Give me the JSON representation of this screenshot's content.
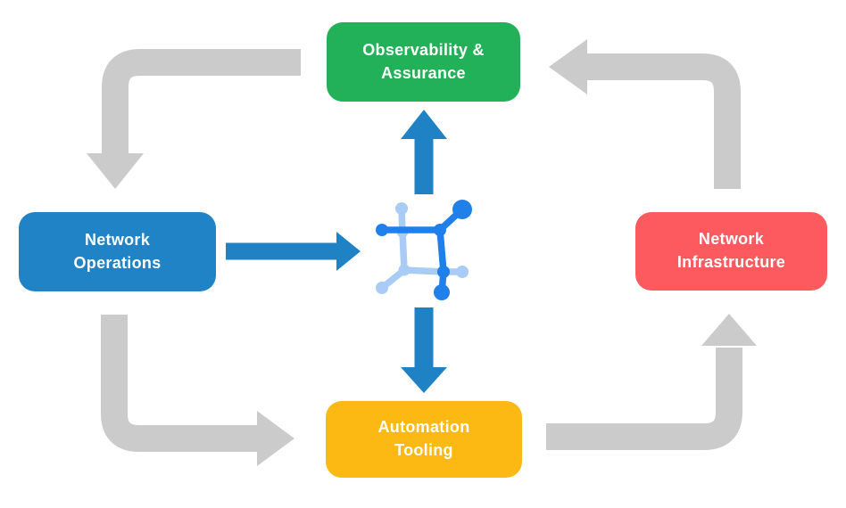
{
  "diagram": {
    "type": "circular-flow-diagram",
    "background": "#ffffff",
    "colors": {
      "flow_arrow": "#CBCBCB",
      "action_arrow": "#1F82C5",
      "icon_primary": "#1E80E8",
      "icon_secondary": "#A9CCF6",
      "label_text": "#FFFFFF"
    },
    "nodes": [
      {
        "id": "observability-assurance",
        "label": "Observability &\nAssurance",
        "color": "#22B159"
      },
      {
        "id": "network-operations",
        "label": "Network\nOperations",
        "color": "#2083C5"
      },
      {
        "id": "network-infrastructure",
        "label": "Network\nInfrastructure",
        "color": "#FC5A5E"
      },
      {
        "id": "automation-tooling",
        "label": "Automation\nTooling",
        "color": "#FDB913"
      }
    ],
    "center_icon": {
      "name": "network-mesh-icon"
    },
    "flows": [
      {
        "from": "Observability & Assurance",
        "to": "Network Operations",
        "style": "gray-elbow"
      },
      {
        "from": "Network Operations",
        "to": "Automation Tooling",
        "style": "gray-elbow"
      },
      {
        "from": "Automation Tooling",
        "to": "Network Infrastructure",
        "style": "gray-elbow"
      },
      {
        "from": "Network Infrastructure",
        "to": "Observability & Assurance",
        "style": "gray-elbow"
      },
      {
        "from": "Network Operations",
        "to": "center-icon",
        "style": "blue-straight"
      },
      {
        "from": "center-icon",
        "to": "Observability & Assurance",
        "style": "blue-straight"
      },
      {
        "from": "center-icon",
        "to": "Automation Tooling",
        "style": "blue-straight"
      }
    ]
  }
}
